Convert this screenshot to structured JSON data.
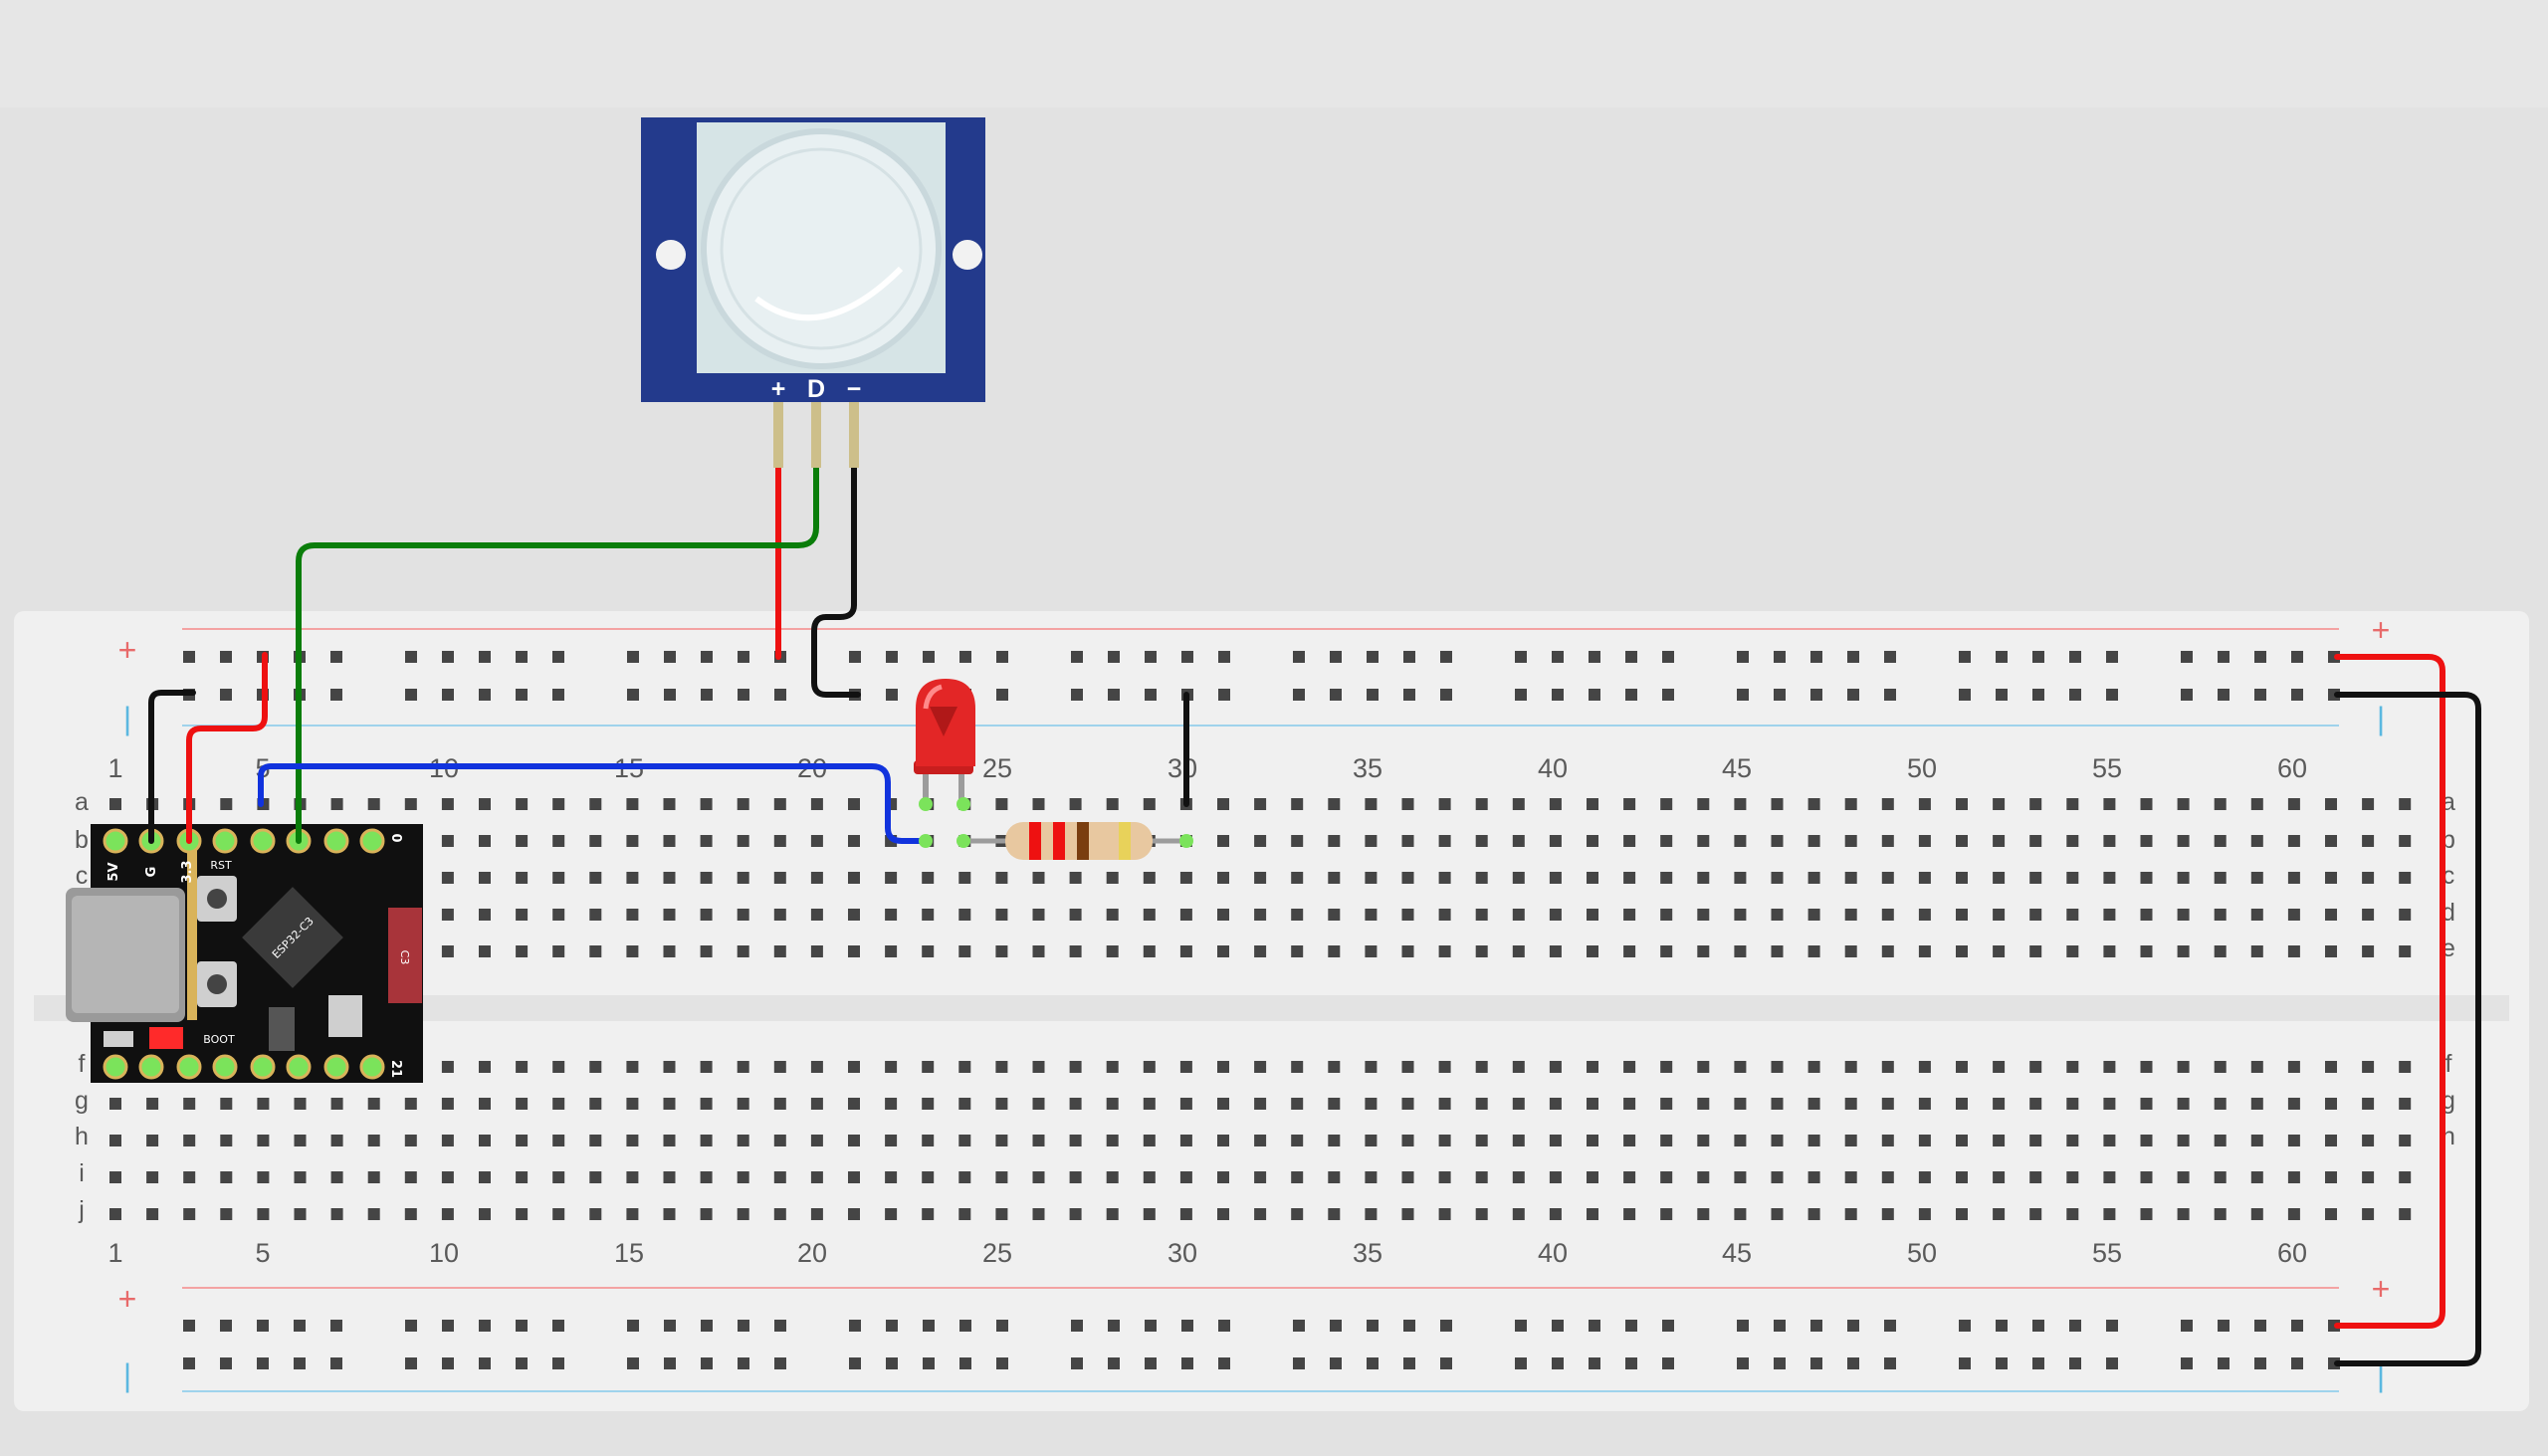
{
  "breadboard": {
    "column_labels": [
      "1",
      "5",
      "10",
      "15",
      "20",
      "25",
      "30",
      "35",
      "40",
      "45",
      "50",
      "55",
      "60"
    ],
    "row_labels_top": [
      "a",
      "b",
      "c",
      "d",
      "e"
    ],
    "row_labels_bottom": [
      "f",
      "g",
      "h",
      "i",
      "j"
    ],
    "rail_plus": "+",
    "rail_minus": "|"
  },
  "pir_sensor": {
    "pin_labels": [
      "+",
      "D",
      "−"
    ]
  },
  "microcontroller": {
    "pin_labels": [
      "5V",
      "G",
      "3.3",
      "RST",
      "0",
      "21"
    ],
    "button_labels": [
      "RST",
      "BOOT"
    ],
    "chip_label": "ESP32-C3",
    "component_label": "C3"
  },
  "colors": {
    "board": "#f0f0f0",
    "background": "#e2e2e2",
    "hole": "#444444",
    "rail_red": "#f4a3a3",
    "rail_blue": "#9fd3ec",
    "wire_red": "#ee1111",
    "wire_black": "#111111",
    "wire_green": "#0a7d0a",
    "wire_blue": "#1133dd",
    "pir_board": "#233a8c",
    "led": "#e32626",
    "pin_green": "#7be35b"
  }
}
